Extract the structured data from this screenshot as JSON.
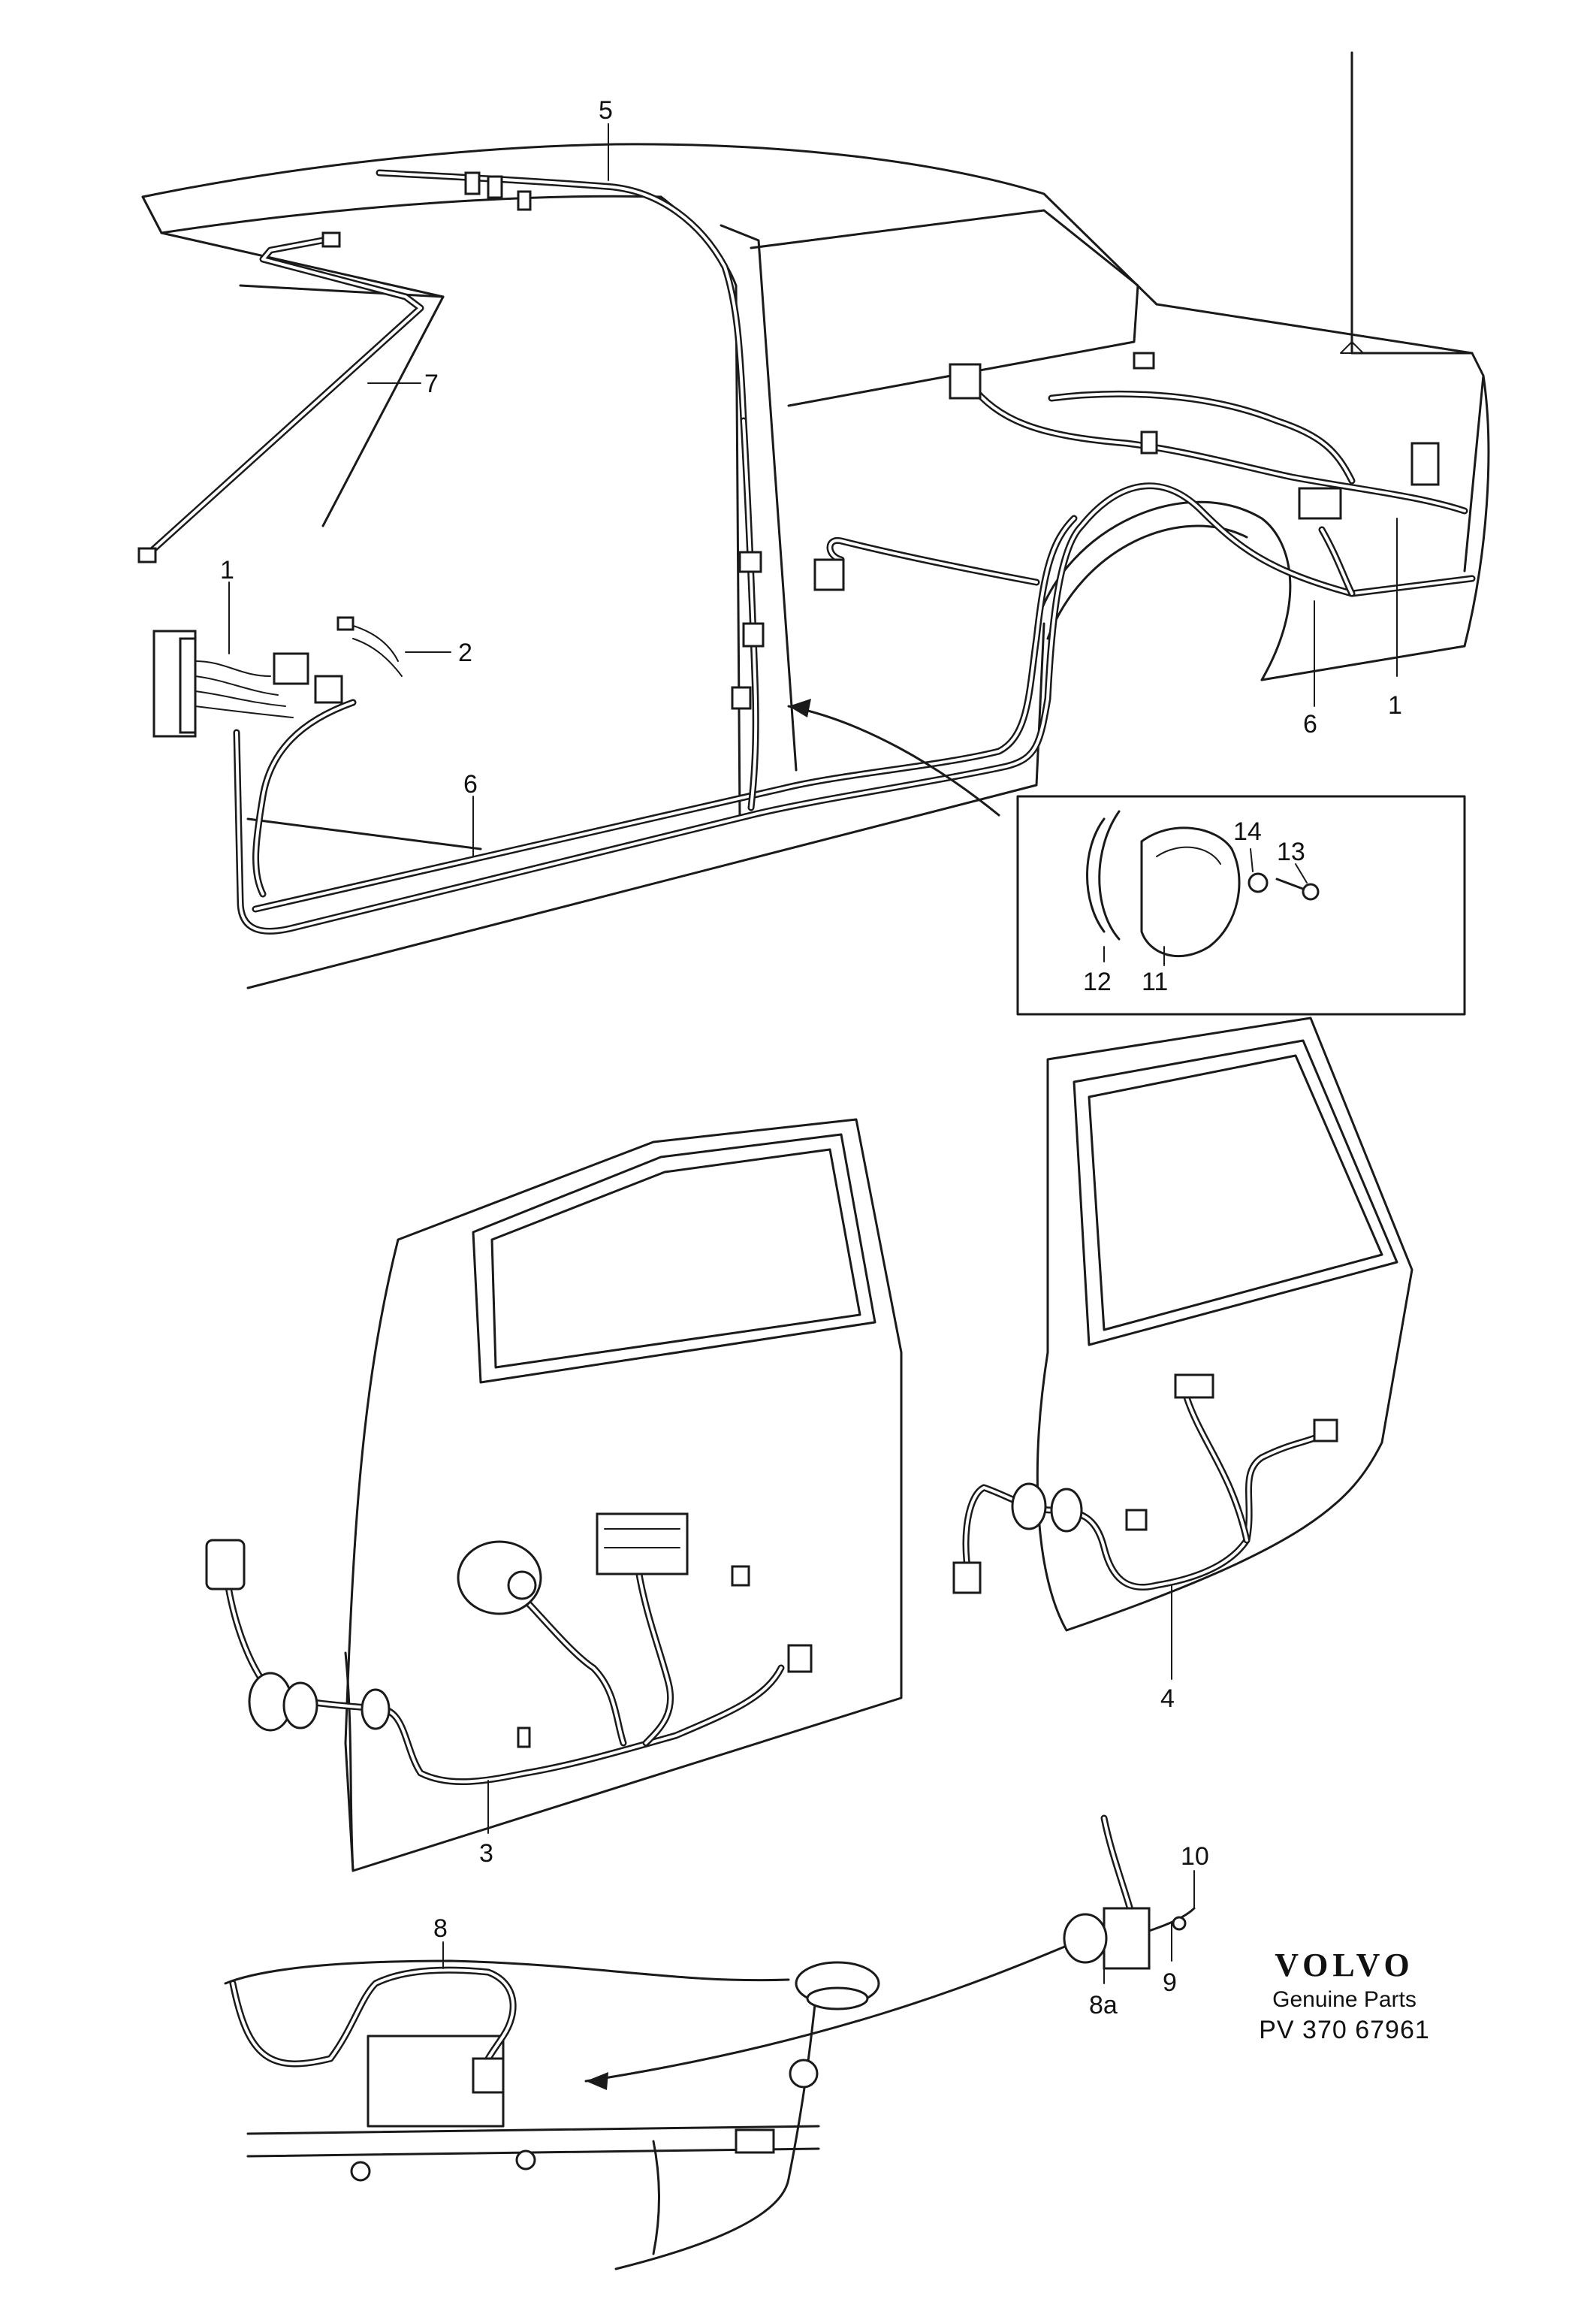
{
  "callouts": {
    "n1_left": "1",
    "n1_right": "1",
    "n2": "2",
    "n3": "3",
    "n4": "4",
    "n5": "5",
    "n6_left": "6",
    "n6_right": "6",
    "n7": "7",
    "n8": "8",
    "n8a": "8a",
    "n9": "9",
    "n10": "10",
    "n11": "11",
    "n12": "12",
    "n13": "13",
    "n14": "14"
  },
  "brand": {
    "logo": "VOLVO",
    "subtitle": "Genuine Parts",
    "part_code": "PV 370 67961"
  },
  "colors": {
    "ink": "#1a1a1a",
    "paper": "#ffffff"
  }
}
